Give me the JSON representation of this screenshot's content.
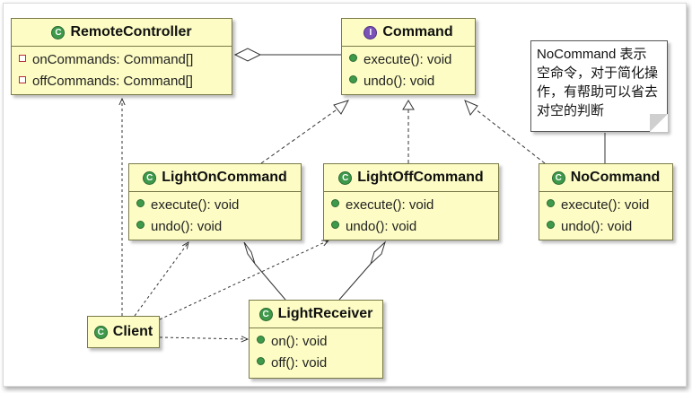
{
  "classes": {
    "remote_controller": {
      "name": "RemoteController",
      "attributes": [
        "onCommands: Command[]",
        "offCommands: Command[]"
      ]
    },
    "command": {
      "name": "Command",
      "methods": [
        "execute(): void",
        "undo(): void"
      ]
    },
    "light_on_command": {
      "name": "LightOnCommand",
      "methods": [
        "execute(): void",
        "undo(): void"
      ]
    },
    "light_off_command": {
      "name": "LightOffCommand",
      "methods": [
        "execute(): void",
        "undo(): void"
      ]
    },
    "no_command": {
      "name": "NoCommand",
      "methods": [
        "execute(): void",
        "undo(): void"
      ]
    },
    "client": {
      "name": "Client"
    },
    "light_receiver": {
      "name": "LightReceiver",
      "methods": [
        "on(): void",
        "off(): void"
      ]
    }
  },
  "note": {
    "lines": [
      "NoCommand 表示",
      "空命令，对于简化操",
      "作，有帮助可以省去",
      "对空的判断"
    ]
  },
  "icons": {
    "class_badge": "class-icon",
    "interface_badge": "interface-icon"
  },
  "colors": {
    "class_fill": "#fcfcc4",
    "class_border": "#7a7a4a",
    "class_badge": "#3e9a4a",
    "interface_badge": "#7a52b8",
    "private_member": "#b8323a"
  }
}
